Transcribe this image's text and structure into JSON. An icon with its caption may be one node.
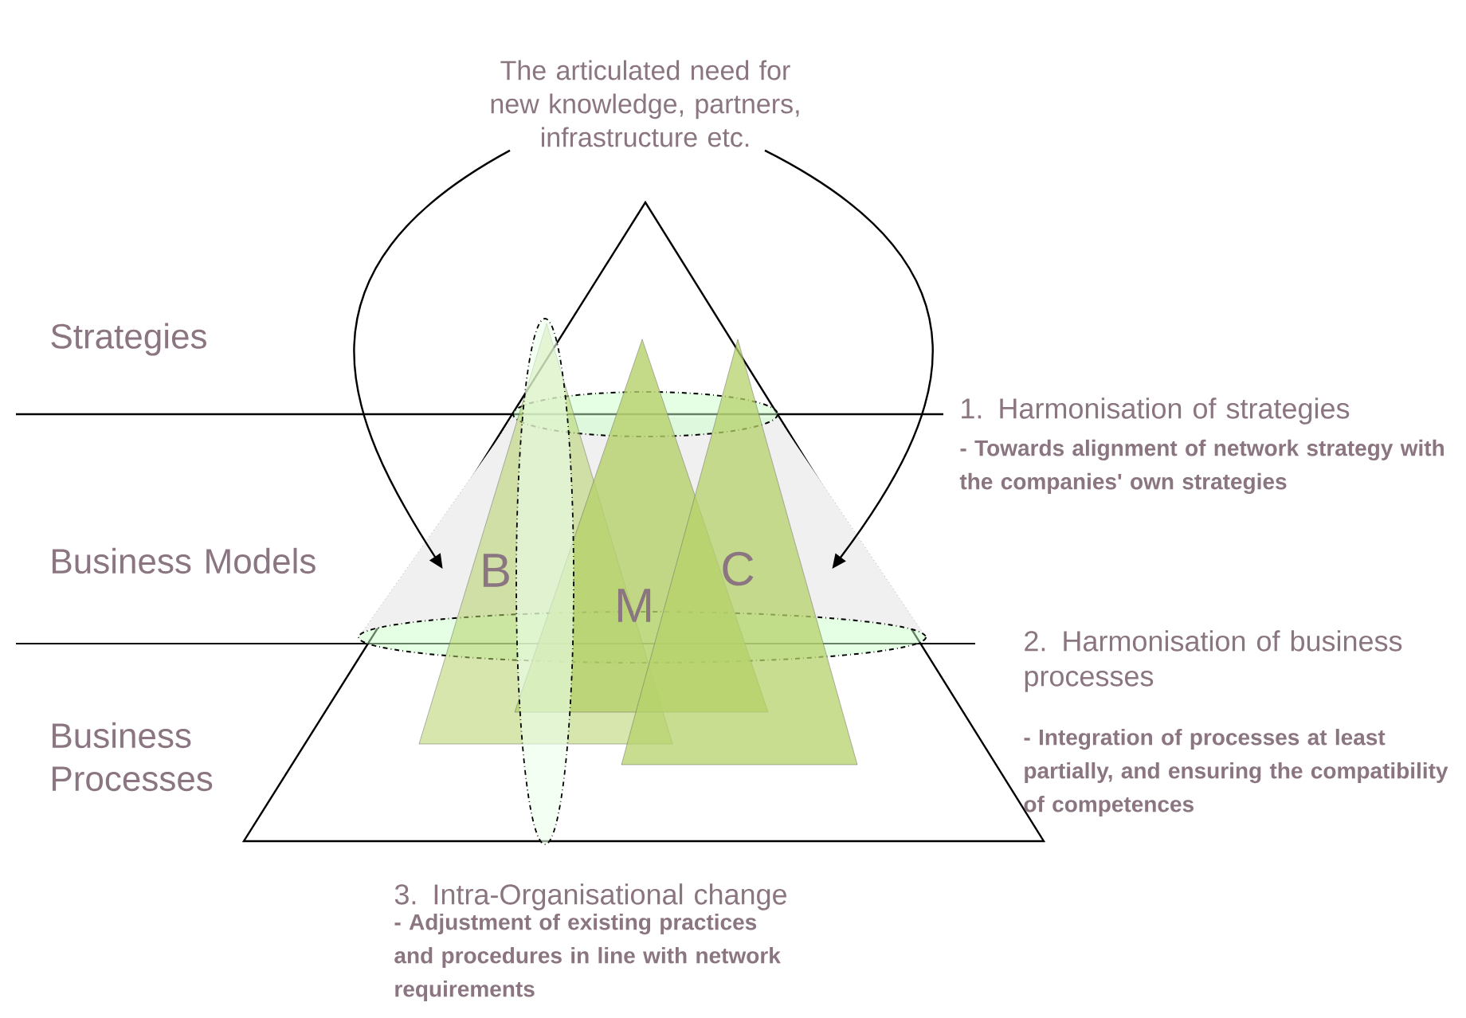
{
  "diagram": {
    "nodes": [
      {
        "text": [
          "The articulated need for new knowledge, partners, infrastructure etc."
        ]
      },
      {
        "text": [],
        "shape": "cone"
      },
      {
        "text": [
          "B"
        ]
      },
      {
        "text": [
          "M"
        ]
      },
      {
        "text": [
          "C"
        ]
      },
      {
        "text": [],
        "shape": "ellipse"
      }
    ],
    "edges": [
      {
        "from": 0,
        "to": 1,
        "arrow": "to"
      },
      {
        "from": 0,
        "to": 1,
        "arrow": "to"
      }
    ],
    "labels": [
      "Strategies",
      "1. Harmonisation of strategies",
      "- Towards alignment of network strategy with the companies' own strategies",
      "Business Models",
      "2. Harmonisation of business processes",
      "- Integration of processes at least partially, and ensuring the compatibility of competences",
      "Business Processes",
      "3. Intra-Organisational change",
      "- Adjustment of existing practices and procedures in line with network requirements"
    ]
  }
}
